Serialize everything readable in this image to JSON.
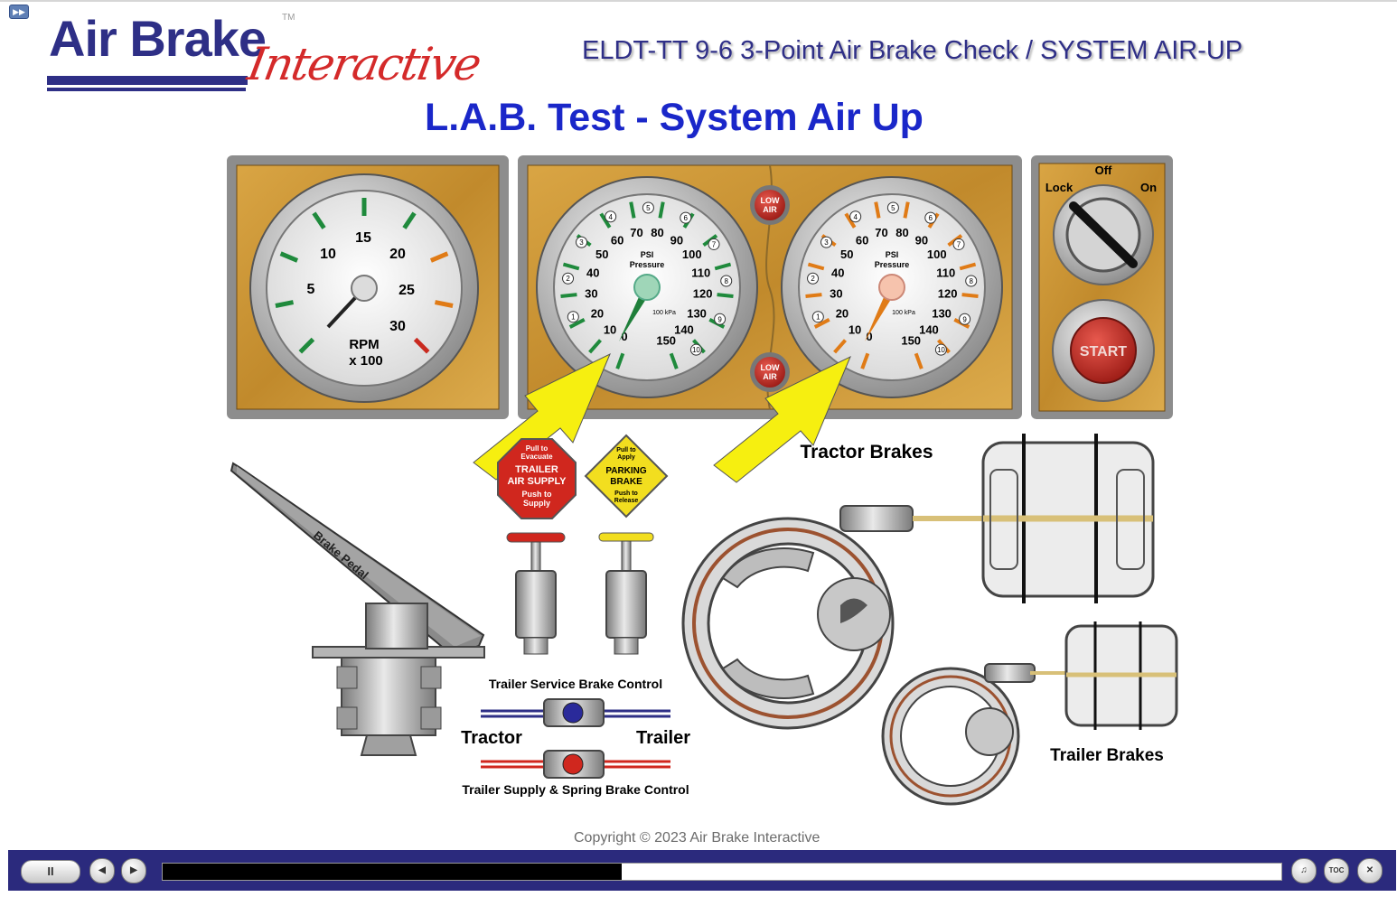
{
  "logo": {
    "line1": "Air Brake",
    "line2": "Interactive",
    "tm": "TM"
  },
  "header": {
    "course_title": "ELDT-TT 9-6 3-Point Air Brake Check / SYSTEM AIR-UP",
    "page_title": "L.A.B. Test - System Air Up"
  },
  "dashboard": {
    "tach": {
      "ticks": [
        "5",
        "10",
        "15",
        "20",
        "25",
        "30"
      ],
      "unit_line1": "RPM",
      "unit_line2": "x 100"
    },
    "gauge_labels": {
      "psi": "PSI",
      "pressure": "Pressure",
      "kpa": "100 kPa"
    },
    "psi_ticks": [
      "10",
      "20",
      "30",
      "40",
      "50",
      "60",
      "70",
      "80",
      "90",
      "100",
      "110",
      "120",
      "130",
      "140",
      "150"
    ],
    "kpa_ticks": [
      "1",
      "2",
      "3",
      "4",
      "5",
      "6",
      "7",
      "8",
      "9",
      "10"
    ],
    "zero": "0",
    "low_air": {
      "line1": "LOW",
      "line2": "AIR"
    },
    "ignition": {
      "lock": "Lock",
      "off": "Off",
      "on": "On"
    },
    "start_label": "START"
  },
  "valves": {
    "trailer_air_supply": {
      "line1": "Pull to",
      "line2": "Evacuate",
      "line3": "TRAILER",
      "line4": "AIR SUPPLY",
      "line5": "Push to",
      "line6": "Supply"
    },
    "parking_brake": {
      "line1": "Pull to",
      "line2": "Apply",
      "line3": "PARKING",
      "line4": "BRAKE",
      "line5": "Push to",
      "line6": "Release"
    }
  },
  "labels": {
    "brake_pedal": "Brake Pedal",
    "tractor_brakes": "Tractor Brakes",
    "trailer_brakes": "Trailer Brakes",
    "trailer_service_control": "Trailer Service Brake Control",
    "tractor": "Tractor",
    "trailer": "Trailer",
    "trailer_supply_control": "Trailer Supply & Spring Brake Control"
  },
  "footer": {
    "copyright": "Copyright © 2023 Air Brake Interactive"
  },
  "player": {
    "pause": "II",
    "toc": "TOC",
    "progress": 0.41,
    "colors": {
      "bar": "#2b2a7d",
      "fill": "#000000"
    }
  },
  "colors": {
    "wood": "#c9932f",
    "title_blue": "#1a27c9",
    "arrow_yellow": "#f6ef10",
    "low_air_red": "#b5231c"
  }
}
